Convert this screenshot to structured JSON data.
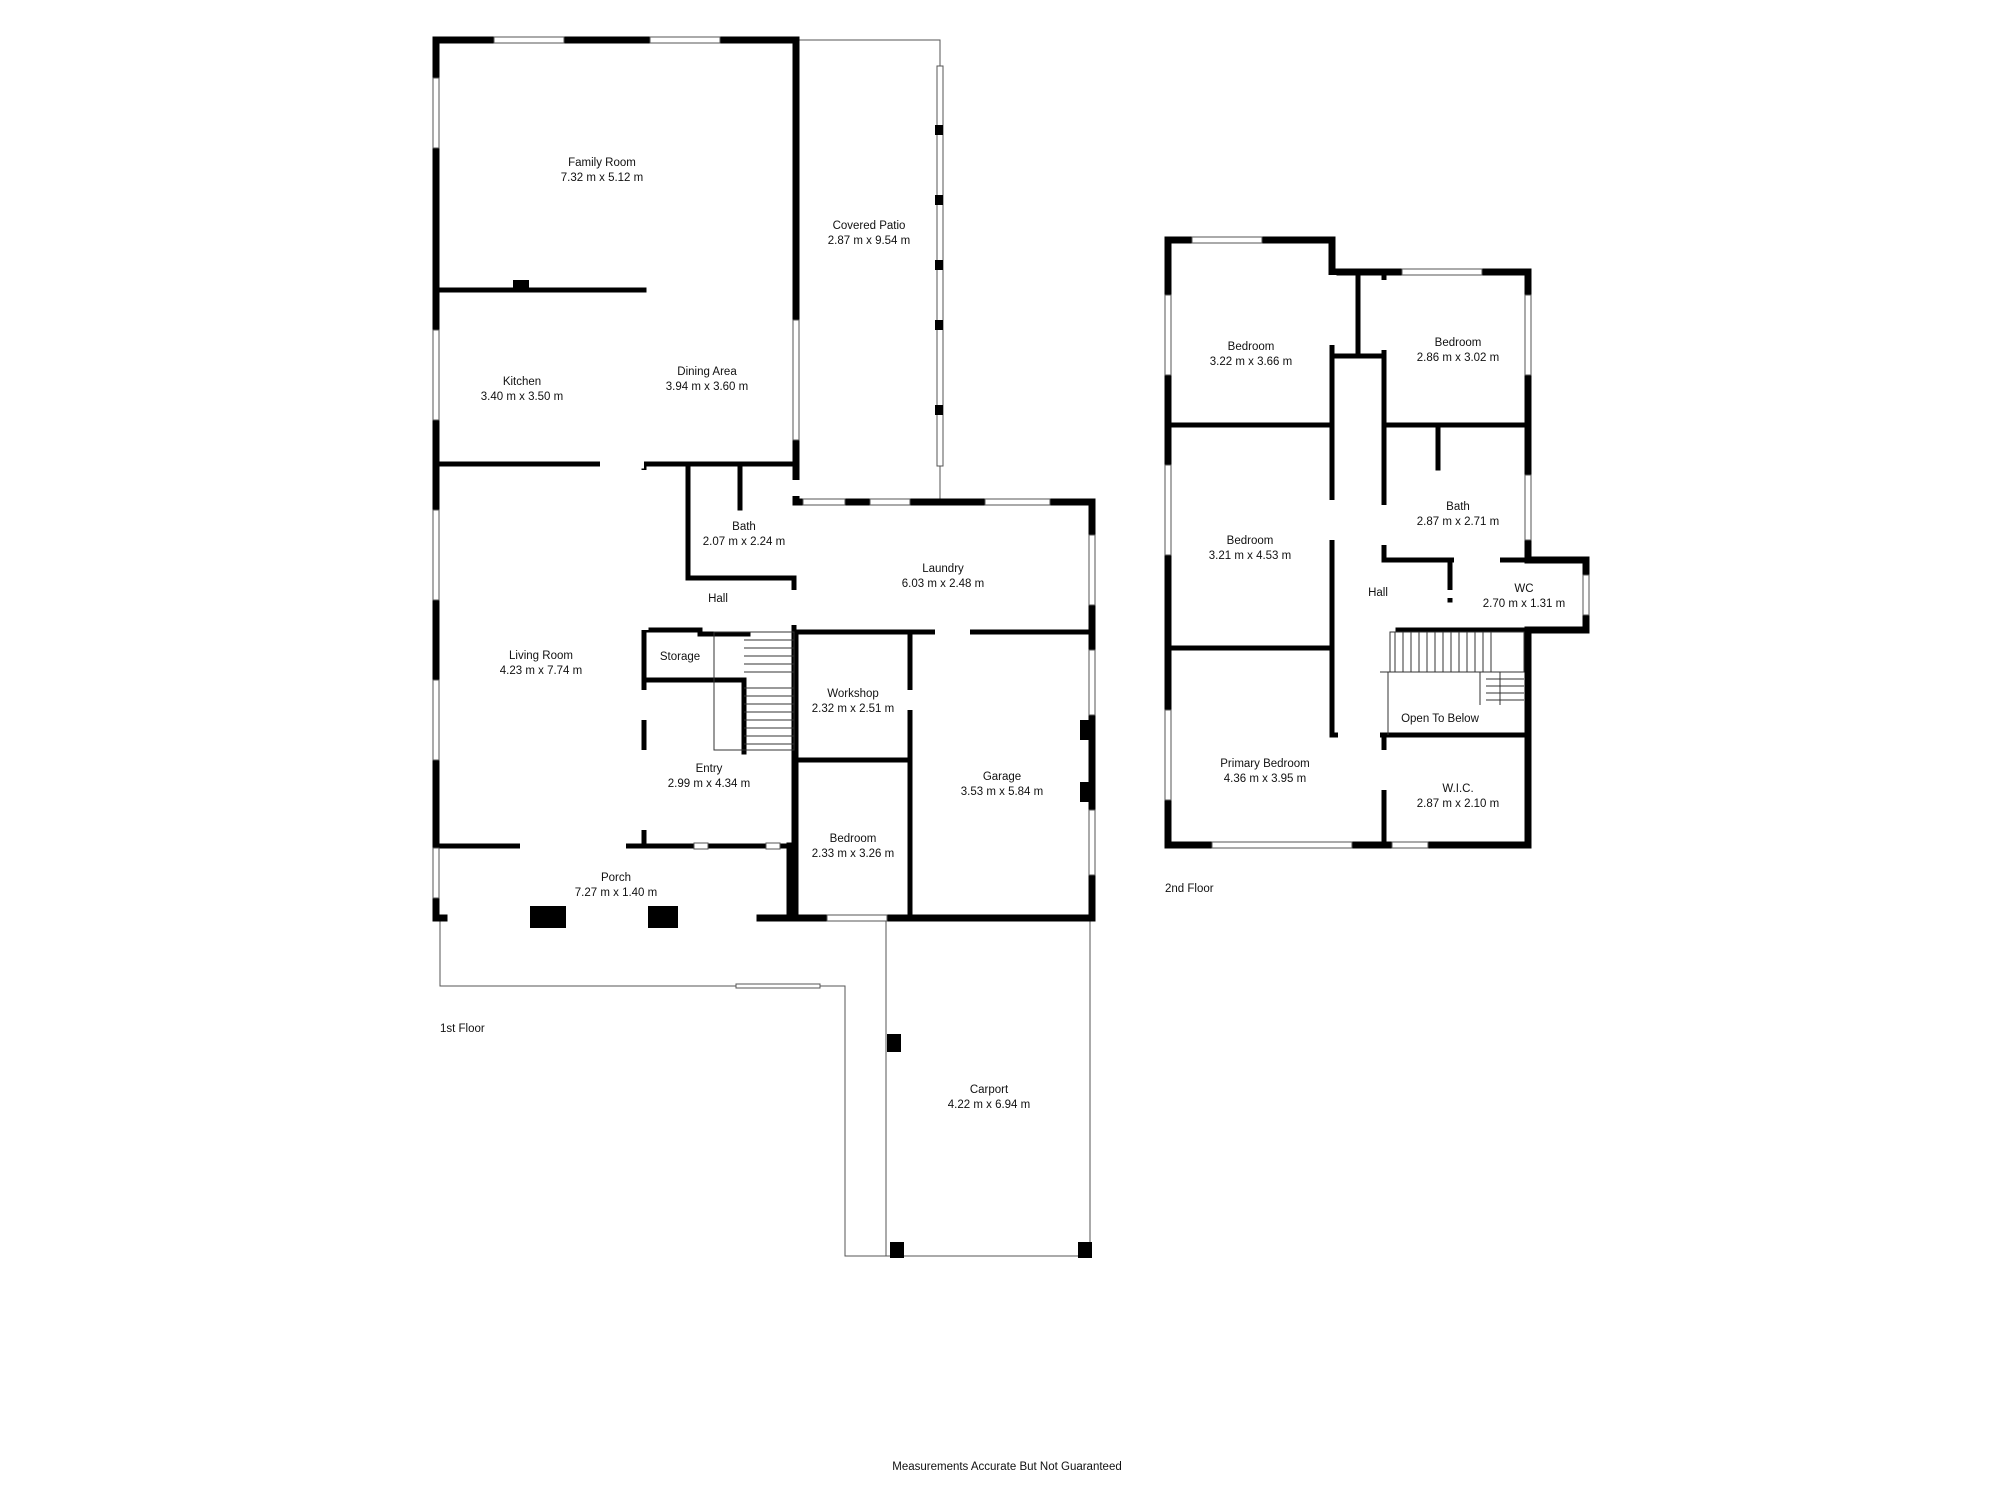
{
  "floors": {
    "first": {
      "label": "1st Floor",
      "rooms": [
        {
          "key": "family_room",
          "name": "Family Room",
          "dims": "7.32 m x 5.12 m"
        },
        {
          "key": "covered_patio",
          "name": "Covered Patio",
          "dims": "2.87 m x 9.54 m"
        },
        {
          "key": "kitchen",
          "name": "Kitchen",
          "dims": "3.40 m x 3.50 m"
        },
        {
          "key": "dining_area",
          "name": "Dining Area",
          "dims": "3.94 m x 3.60 m"
        },
        {
          "key": "bath",
          "name": "Bath",
          "dims": "2.07 m x 2.24 m"
        },
        {
          "key": "laundry",
          "name": "Laundry",
          "dims": "6.03 m x 2.48 m"
        },
        {
          "key": "hall",
          "name": "Hall",
          "dims": ""
        },
        {
          "key": "storage",
          "name": "Storage",
          "dims": ""
        },
        {
          "key": "living_room",
          "name": "Living Room",
          "dims": "4.23 m x 7.74 m"
        },
        {
          "key": "workshop",
          "name": "Workshop",
          "dims": "2.32 m x 2.51 m"
        },
        {
          "key": "entry",
          "name": "Entry",
          "dims": "2.99 m x 4.34 m"
        },
        {
          "key": "garage",
          "name": "Garage",
          "dims": "3.53 m x 5.84 m"
        },
        {
          "key": "bedroom",
          "name": "Bedroom",
          "dims": "2.33 m x 3.26 m"
        },
        {
          "key": "porch",
          "name": "Porch",
          "dims": "7.27 m x 1.40 m"
        },
        {
          "key": "carport",
          "name": "Carport",
          "dims": "4.22 m x 6.94 m"
        }
      ]
    },
    "second": {
      "label": "2nd Floor",
      "rooms": [
        {
          "key": "bedroom_nw",
          "name": "Bedroom",
          "dims": "3.22 m x 3.66 m"
        },
        {
          "key": "bedroom_ne",
          "name": "Bedroom",
          "dims": "2.86 m x 3.02 m"
        },
        {
          "key": "bedroom_w",
          "name": "Bedroom",
          "dims": "3.21 m x 4.53 m"
        },
        {
          "key": "bath",
          "name": "Bath",
          "dims": "2.87 m x 2.71 m"
        },
        {
          "key": "hall",
          "name": "Hall",
          "dims": ""
        },
        {
          "key": "wc",
          "name": "WC",
          "dims": "2.70 m x 1.31 m"
        },
        {
          "key": "open_to_below",
          "name": "Open To Below",
          "dims": ""
        },
        {
          "key": "primary_bedroom",
          "name": "Primary Bedroom",
          "dims": "4.36 m x 3.95 m"
        },
        {
          "key": "wic",
          "name": "W.I.C.",
          "dims": "2.87 m x 2.10 m"
        }
      ]
    }
  },
  "disclaimer": "Measurements Accurate But Not Guaranteed"
}
